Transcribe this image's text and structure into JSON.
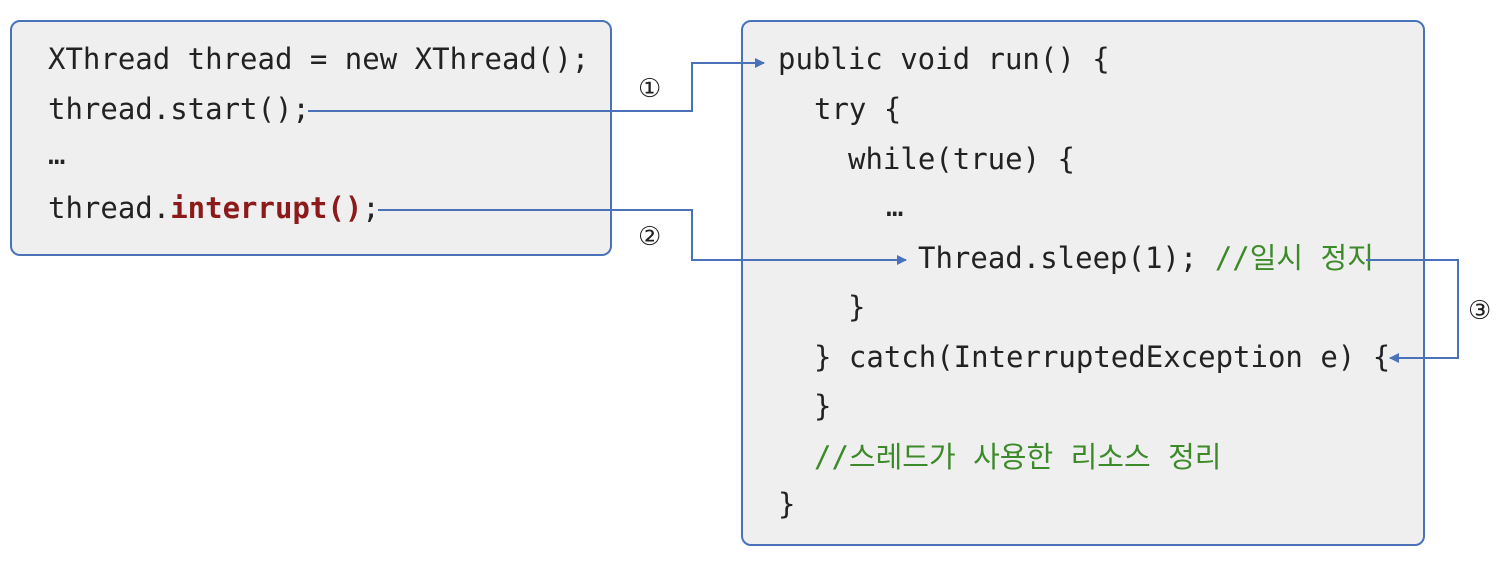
{
  "caller": {
    "lines": [
      "XThread thread = new XThread();",
      "thread.start();",
      "…"
    ],
    "interrupt_prefix": "thread.",
    "interrupt_method": "interrupt()",
    "interrupt_suffix": ";"
  },
  "run_method": {
    "signature": "public void run() {",
    "try_open": "try {",
    "while_open": "while(true) {",
    "ellipsis": "…",
    "sleep_code": "Thread.sleep(1); ",
    "sleep_comment": "//일시 정지",
    "while_close": "}",
    "catch_line": "} catch(InterruptedException e) {",
    "catch_close": "}",
    "cleanup_comment": "//스레드가 사용한 리소스 정리",
    "method_close": "}"
  },
  "markers": {
    "step1": "①",
    "step2": "②",
    "step3": "③"
  },
  "colors": {
    "box_border": "#4a72b8",
    "box_fill": "#efefef",
    "arrow": "#4a72b8",
    "keyword": "#8c1a1a",
    "comment": "#3d8a2a"
  }
}
